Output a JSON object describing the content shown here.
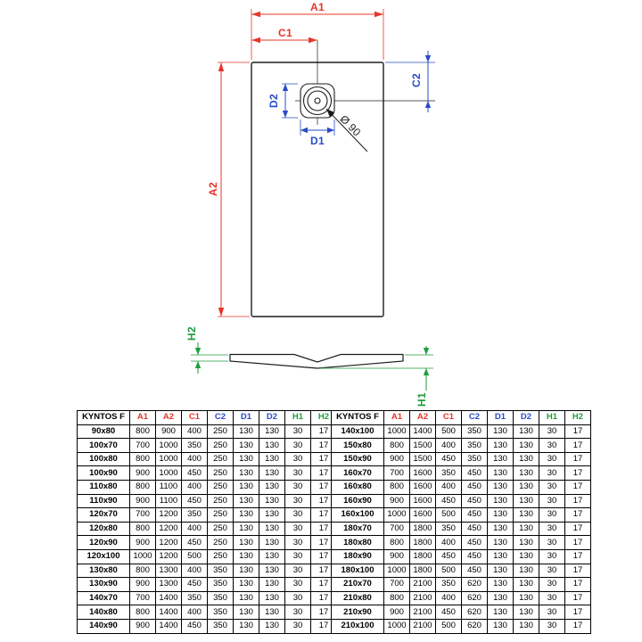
{
  "drawing": {
    "labels": {
      "a1": "A1",
      "a2": "A2",
      "c1": "C1",
      "c2": "C2",
      "d1": "D1",
      "d2": "D2",
      "h1": "H1",
      "h2": "H2",
      "drain_diameter": "Ø 90"
    },
    "colors": {
      "dim-red": "#e8352a",
      "dim-blue": "#2a4cc8",
      "dim-green": "#1e9e3e",
      "line-black": "#1c1c1c"
    }
  },
  "tables": {
    "left": {
      "headers": [
        "KYNTOS F",
        "A1",
        "A2",
        "C1",
        "C2",
        "D1",
        "D2",
        "H1",
        "H2"
      ],
      "header_colors": [
        "#000000",
        "#e8352a",
        "#e8352a",
        "#e8352a",
        "#2a4cc8",
        "#2a4cc8",
        "#2a4cc8",
        "#1e9e3e",
        "#1e9e3e"
      ],
      "rows": [
        [
          "90x80",
          "800",
          "900",
          "400",
          "250",
          "130",
          "130",
          "30",
          "17"
        ],
        [
          "100x70",
          "700",
          "1000",
          "350",
          "250",
          "130",
          "130",
          "30",
          "17"
        ],
        [
          "100x80",
          "800",
          "1000",
          "400",
          "250",
          "130",
          "130",
          "30",
          "17"
        ],
        [
          "100x90",
          "900",
          "1000",
          "450",
          "250",
          "130",
          "130",
          "30",
          "17"
        ],
        [
          "110x80",
          "800",
          "1100",
          "400",
          "250",
          "130",
          "130",
          "30",
          "17"
        ],
        [
          "110x90",
          "900",
          "1100",
          "450",
          "250",
          "130",
          "130",
          "30",
          "17"
        ],
        [
          "120x70",
          "700",
          "1200",
          "350",
          "250",
          "130",
          "130",
          "30",
          "17"
        ],
        [
          "120x80",
          "800",
          "1200",
          "400",
          "250",
          "130",
          "130",
          "30",
          "17"
        ],
        [
          "120x90",
          "900",
          "1200",
          "450",
          "250",
          "130",
          "130",
          "30",
          "17"
        ],
        [
          "120x100",
          "1000",
          "1200",
          "500",
          "250",
          "130",
          "130",
          "30",
          "17"
        ],
        [
          "130x80",
          "800",
          "1300",
          "400",
          "350",
          "130",
          "130",
          "30",
          "17"
        ],
        [
          "130x90",
          "900",
          "1300",
          "450",
          "350",
          "130",
          "130",
          "30",
          "17"
        ],
        [
          "140x70",
          "700",
          "1400",
          "350",
          "350",
          "130",
          "130",
          "30",
          "17"
        ],
        [
          "140x80",
          "800",
          "1400",
          "400",
          "350",
          "130",
          "130",
          "30",
          "17"
        ],
        [
          "140x90",
          "900",
          "1400",
          "450",
          "350",
          "130",
          "130",
          "30",
          "17"
        ]
      ]
    },
    "right": {
      "headers": [
        "KYNTOS F",
        "A1",
        "A2",
        "C1",
        "C2",
        "D1",
        "D2",
        "H1",
        "H2"
      ],
      "header_colors": [
        "#000000",
        "#e8352a",
        "#e8352a",
        "#e8352a",
        "#2a4cc8",
        "#2a4cc8",
        "#2a4cc8",
        "#1e9e3e",
        "#1e9e3e"
      ],
      "rows": [
        [
          "140x100",
          "1000",
          "1400",
          "500",
          "350",
          "130",
          "130",
          "30",
          "17"
        ],
        [
          "150x80",
          "800",
          "1500",
          "400",
          "350",
          "130",
          "130",
          "30",
          "17"
        ],
        [
          "150x90",
          "900",
          "1500",
          "450",
          "350",
          "130",
          "130",
          "30",
          "17"
        ],
        [
          "160x70",
          "700",
          "1600",
          "350",
          "450",
          "130",
          "130",
          "30",
          "17"
        ],
        [
          "160x80",
          "800",
          "1600",
          "400",
          "450",
          "130",
          "130",
          "30",
          "17"
        ],
        [
          "160x90",
          "900",
          "1600",
          "450",
          "450",
          "130",
          "130",
          "30",
          "17"
        ],
        [
          "160x100",
          "1000",
          "1600",
          "500",
          "450",
          "130",
          "130",
          "30",
          "17"
        ],
        [
          "180x70",
          "700",
          "1800",
          "350",
          "450",
          "130",
          "130",
          "30",
          "17"
        ],
        [
          "180x80",
          "800",
          "1800",
          "400",
          "450",
          "130",
          "130",
          "30",
          "17"
        ],
        [
          "180x90",
          "900",
          "1800",
          "450",
          "450",
          "130",
          "130",
          "30",
          "17"
        ],
        [
          "180x100",
          "1000",
          "1800",
          "500",
          "450",
          "130",
          "130",
          "30",
          "17"
        ],
        [
          "210x70",
          "700",
          "2100",
          "350",
          "620",
          "130",
          "130",
          "30",
          "17"
        ],
        [
          "210x80",
          "800",
          "2100",
          "400",
          "620",
          "130",
          "130",
          "30",
          "17"
        ],
        [
          "210x90",
          "900",
          "2100",
          "450",
          "620",
          "130",
          "130",
          "30",
          "17"
        ],
        [
          "210x100",
          "1000",
          "2100",
          "500",
          "620",
          "130",
          "130",
          "30",
          "17"
        ]
      ]
    }
  }
}
